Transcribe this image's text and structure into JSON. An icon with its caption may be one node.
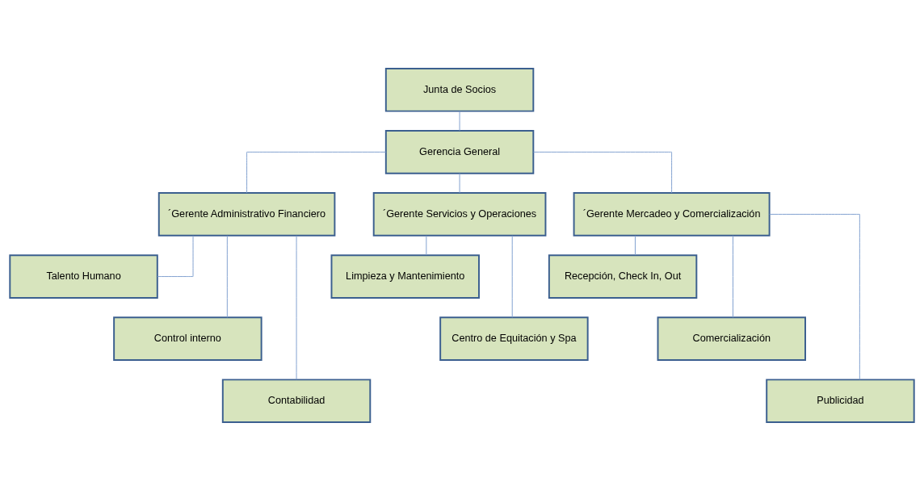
{
  "diagram": {
    "nodes": [
      {
        "text": [
          "Junta de Socios"
        ]
      },
      {
        "text": [
          "Gerencia General"
        ]
      },
      {
        "text": [
          "´Gerente Administrativo Financiero"
        ]
      },
      {
        "text": [
          "´Gerente Servicios y Operaciones"
        ]
      },
      {
        "text": [
          "´Gerente Mercadeo y Comercialización"
        ]
      },
      {
        "text": [
          "Talento Humano"
        ]
      },
      {
        "text": [
          "Control interno"
        ]
      },
      {
        "text": [
          "Contabilidad"
        ]
      },
      {
        "text": [
          "Limpieza y Mantenimiento"
        ]
      },
      {
        "text": [
          "Centro de Equitación y Spa"
        ]
      },
      {
        "text": [
          "Recepción, Check In, Out"
        ]
      },
      {
        "text": [
          "Comercialización"
        ]
      },
      {
        "text": [
          "Publicidad"
        ]
      }
    ],
    "edges": [
      {
        "from": 0,
        "to": 1,
        "arrow": "none"
      },
      {
        "from": 1,
        "to": 2,
        "arrow": "none"
      },
      {
        "from": 1,
        "to": 3,
        "arrow": "none"
      },
      {
        "from": 1,
        "to": 4,
        "arrow": "none"
      },
      {
        "from": 2,
        "to": 5,
        "arrow": "none"
      },
      {
        "from": 2,
        "to": 6,
        "arrow": "none"
      },
      {
        "from": 2,
        "to": 7,
        "arrow": "none"
      },
      {
        "from": 3,
        "to": 8,
        "arrow": "none"
      },
      {
        "from": 3,
        "to": 9,
        "arrow": "none"
      },
      {
        "from": 4,
        "to": 10,
        "arrow": "none"
      },
      {
        "from": 4,
        "to": 11,
        "arrow": "none"
      },
      {
        "from": 4,
        "to": 12,
        "arrow": "none"
      }
    ]
  }
}
